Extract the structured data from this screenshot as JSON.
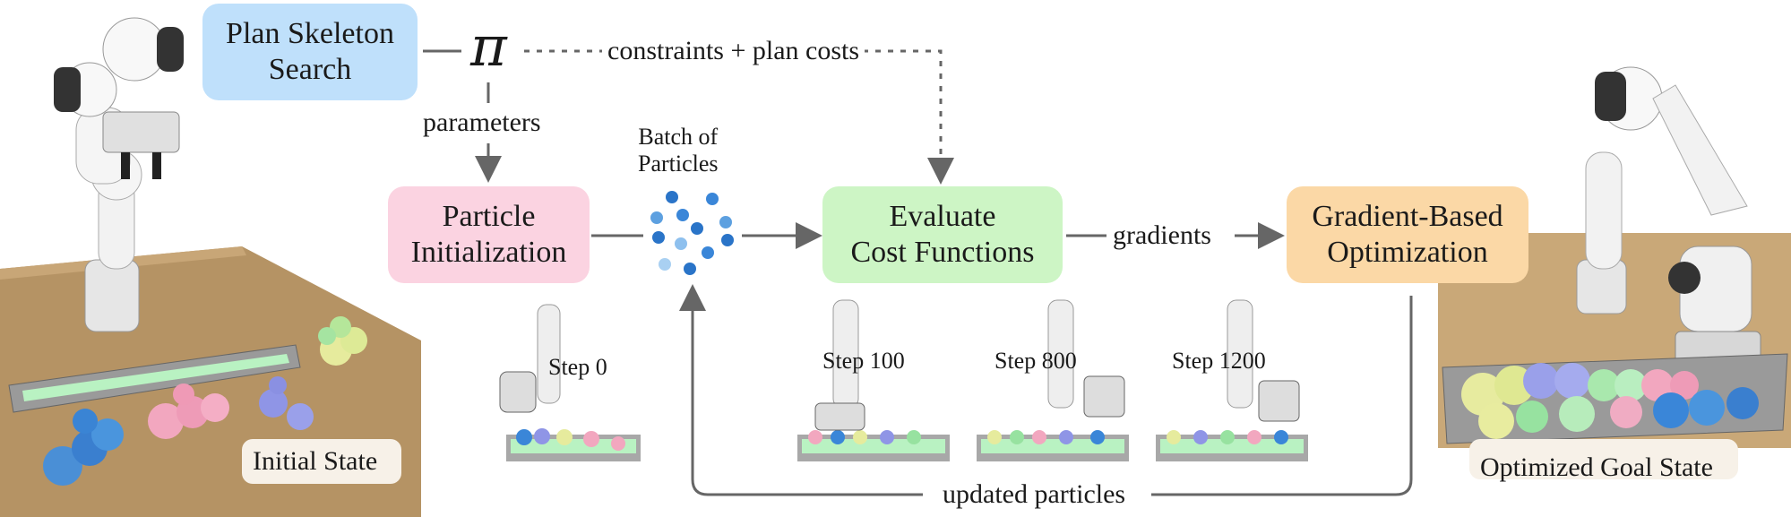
{
  "boxes": {
    "plan_search": "Plan Skeleton\nSearch",
    "particle_init": "Particle\nInitialization",
    "evaluate_costs": "Evaluate\nCost Functions",
    "gradient_opt": "Gradient-Based\nOptimization"
  },
  "symbols": {
    "policy": "π"
  },
  "labels": {
    "constraints": "constraints + plan costs",
    "parameters": "parameters",
    "batch": "Batch of\nParticles",
    "gradients": "gradients",
    "updated": "updated particles",
    "initial_state": "Initial State",
    "goal_state": "Optimized Goal State"
  },
  "steps": [
    "Step 0",
    "Step 100",
    "Step 800",
    "Step 1200"
  ],
  "colors": {
    "plan_search": "#bfe0fb",
    "particle_init": "#fbd3e1",
    "evaluate_costs": "#cdf5c5",
    "gradient_opt": "#fbd8a6",
    "arrow": "#666666",
    "table": "#b59364",
    "particle": "#3a86d8"
  },
  "icons": [
    "robot-arm-initial-icon",
    "robot-arm-goal-icon",
    "particle-cloud-icon",
    "bead-tray-icon"
  ]
}
